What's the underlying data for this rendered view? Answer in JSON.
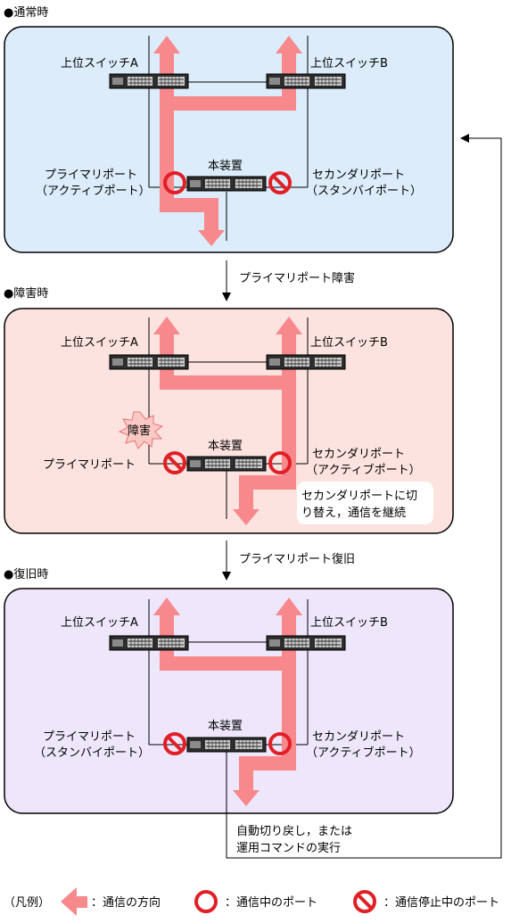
{
  "sections": [
    {
      "heading": "●通常時",
      "switch_a": "上位スイッチA",
      "switch_b": "上位スイッチB",
      "device": "本装置",
      "left_port_line1": "プライマリポート",
      "left_port_line2": "（アクティブポート）",
      "right_port_line1": "セカンダリポート",
      "right_port_line2": "（スタンバイポート）",
      "background": "#dcecfb"
    },
    {
      "heading": "●障害時",
      "switch_a": "上位スイッチA",
      "switch_b": "上位スイッチB",
      "device": "本装置",
      "left_port_line1": "プライマリポート",
      "right_port_line1": "セカンダリポート",
      "right_port_line2": "（アクティブポート）",
      "fault_label": "障害",
      "note_line1": "セカンダリポートに切",
      "note_line2": "り替え，通信を継続",
      "background": "#fde3df"
    },
    {
      "heading": "●復旧時",
      "switch_a": "上位スイッチA",
      "switch_b": "上位スイッチB",
      "device": "本装置",
      "left_port_line1": "プライマリポート",
      "left_port_line2": "（スタンバイポート）",
      "right_port_line1": "セカンダリポート",
      "right_port_line2": "（アクティブポート）",
      "background": "#eee6fb"
    }
  ],
  "transitions": {
    "primary_failure": "プライマリポート障害",
    "primary_recovery": "プライマリポート復旧",
    "auto_revert_line1": "自動切り戻し，または",
    "auto_revert_line2": "運用コマンドの実行"
  },
  "legend": {
    "title": "（凡例）",
    "flow": "：通信の方向",
    "active_port": "：通信中のポート",
    "blocked_port": "：通信停止中のポート"
  },
  "colors": {
    "arrow": "#f7888c",
    "port_mark": "#e01f26",
    "fault_burst": "#fbc9c4",
    "panel_border": "#000000"
  }
}
